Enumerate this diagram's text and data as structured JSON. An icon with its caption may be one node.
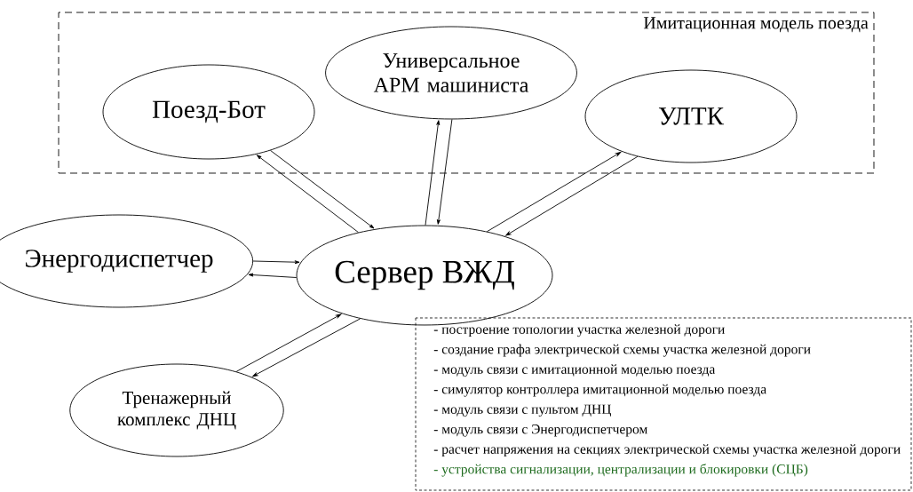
{
  "diagram": {
    "nodes": [
      {
        "text": [
          "Имитационная модель поезда"
        ]
      },
      {
        "text": [
          "Поезд-Бот"
        ],
        "in": 0
      },
      {
        "text": [
          "Универсальное АРМ машиниста"
        ],
        "in": 0
      },
      {
        "text": [
          "УЛТК"
        ],
        "in": 0
      },
      {
        "text": [
          "Энергодиспетчер"
        ]
      },
      {
        "text": [
          "Сервер ВЖД"
        ]
      },
      {
        "text": [
          "Тренажерный комплекс ДНЦ"
        ]
      },
      {
        "text": [
          "- построение топологии участка железной дороги",
          "- создание графа электрической схемы участка железной дороги",
          "- модуль связи с имитационной моделью поезда",
          "- симулятор контроллера имитационной моделью поезда",
          "- модуль связи с пультом ДНЦ",
          "- модуль связи с Энергодиспетчером",
          "- расчет напряжения на секциях электрической схемы участка железной дороги",
          "- устройства сигнализации, централизации и блокировки (СЦБ)"
        ]
      }
    ],
    "edges": [
      {
        "from": 1,
        "to": 5,
        "arrow": "to"
      },
      {
        "from": 5,
        "to": 1,
        "arrow": "to"
      },
      {
        "from": 2,
        "to": 5,
        "arrow": "to"
      },
      {
        "from": 5,
        "to": 2,
        "arrow": "to"
      },
      {
        "from": 3,
        "to": 5,
        "arrow": "to"
      },
      {
        "from": 5,
        "to": 3,
        "arrow": "to"
      },
      {
        "from": 4,
        "to": 5,
        "arrow": "to"
      },
      {
        "from": 5,
        "to": 4,
        "arrow": "to"
      },
      {
        "from": 6,
        "to": 5,
        "arrow": "to"
      },
      {
        "from": 5,
        "to": 6,
        "arrow": "to"
      }
    ]
  }
}
